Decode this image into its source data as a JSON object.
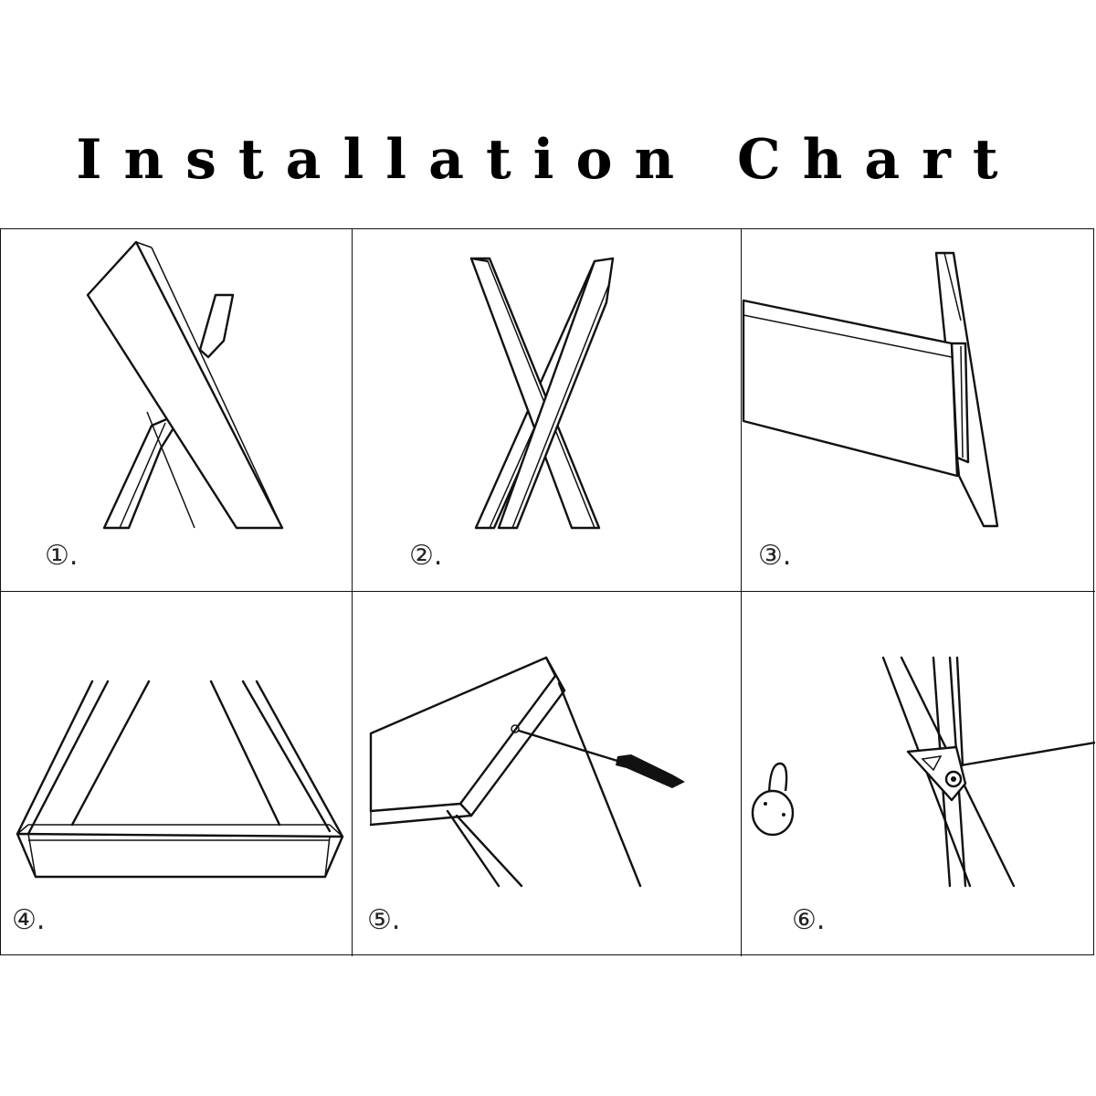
{
  "title": "Installation Chart",
  "steps": [
    {
      "label": "①."
    },
    {
      "label": "②."
    },
    {
      "label": "③."
    },
    {
      "label": "④."
    },
    {
      "label": "⑤."
    },
    {
      "label": "⑥."
    }
  ]
}
